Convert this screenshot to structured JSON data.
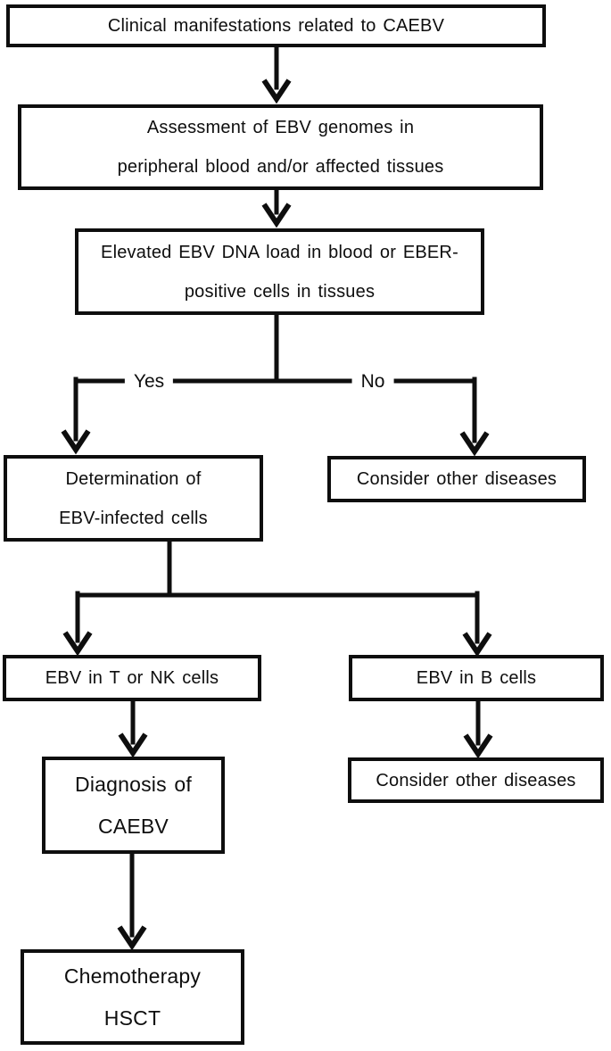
{
  "flowchart": {
    "background_color": "#ffffff",
    "line_color": "#0e0e0e",
    "nodes": {
      "clinical": {
        "text": "Clinical manifestations related to CAEBV"
      },
      "assessment": {
        "line1": "Assessment of EBV genomes in",
        "line2": "peripheral blood and/or affected tissues"
      },
      "elevated": {
        "line1": "Elevated EBV DNA load in blood or EBER-",
        "line2": "positive cells in tissues"
      },
      "determination": {
        "line1": "Determination of",
        "line2": "EBV-infected cells"
      },
      "consider_other_no": {
        "text": "Consider other diseases"
      },
      "ebv_t_nk": {
        "text": "EBV in T or NK cells"
      },
      "ebv_b": {
        "text": "EBV in B cells"
      },
      "diagnosis": {
        "line1": "Diagnosis of",
        "line2": "CAEBV"
      },
      "consider_other_b": {
        "text": "Consider other diseases"
      },
      "treatment": {
        "line1": "Chemotherapy",
        "line2": "HSCT"
      }
    },
    "branch_labels": {
      "yes": "Yes",
      "no": "No"
    }
  }
}
